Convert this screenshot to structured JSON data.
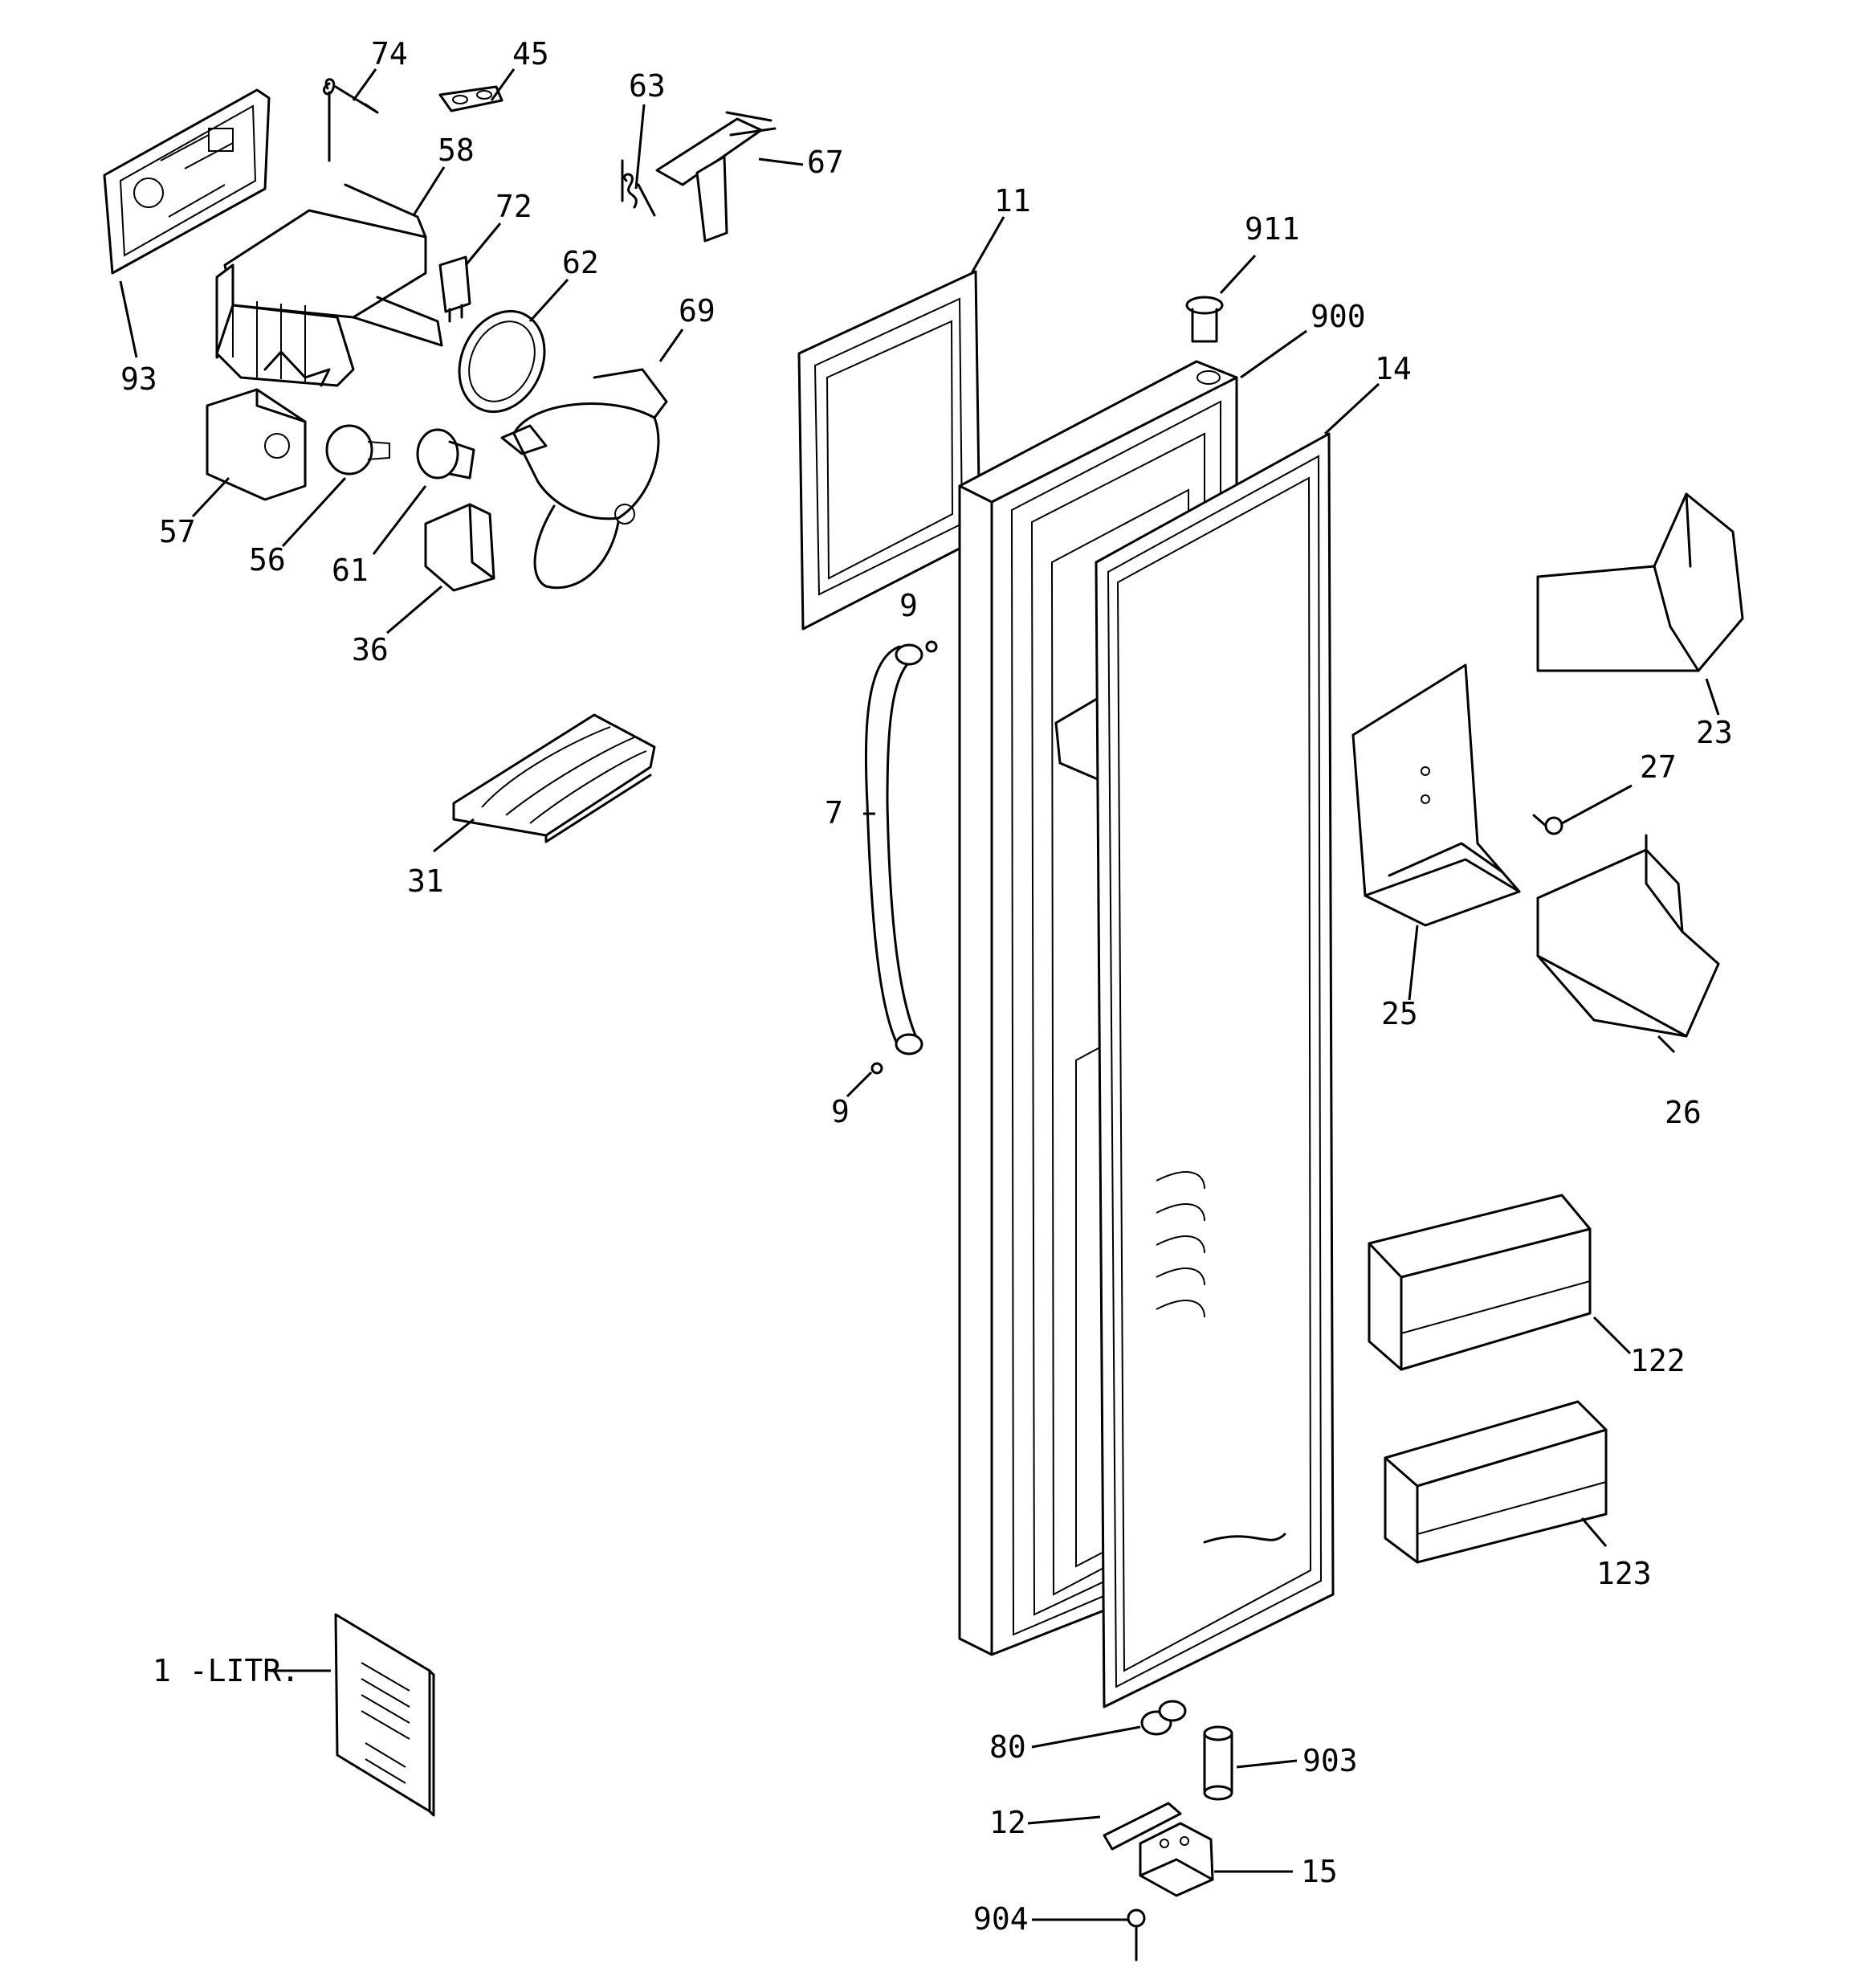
{
  "diagram": {
    "labels": {
      "p74": "74",
      "p45": "45",
      "p63": "63",
      "p67": "67",
      "p58": "58",
      "p72": "72",
      "p62": "62",
      "p69": "69",
      "p93": "93",
      "p57": "57",
      "p56": "56",
      "p61": "61",
      "p36": "36",
      "p31": "31",
      "p11": "11",
      "p911": "911",
      "p900": "900",
      "p14": "14",
      "p9a": "9",
      "p9b": "9",
      "p7": "7",
      "p23": "23",
      "p27": "27",
      "p25": "25",
      "p26": "26",
      "p122": "122",
      "p123": "123",
      "p1": "1 -LITR.",
      "p80": "80",
      "p903": "903",
      "p12": "12",
      "p15": "15",
      "p904": "904"
    }
  }
}
